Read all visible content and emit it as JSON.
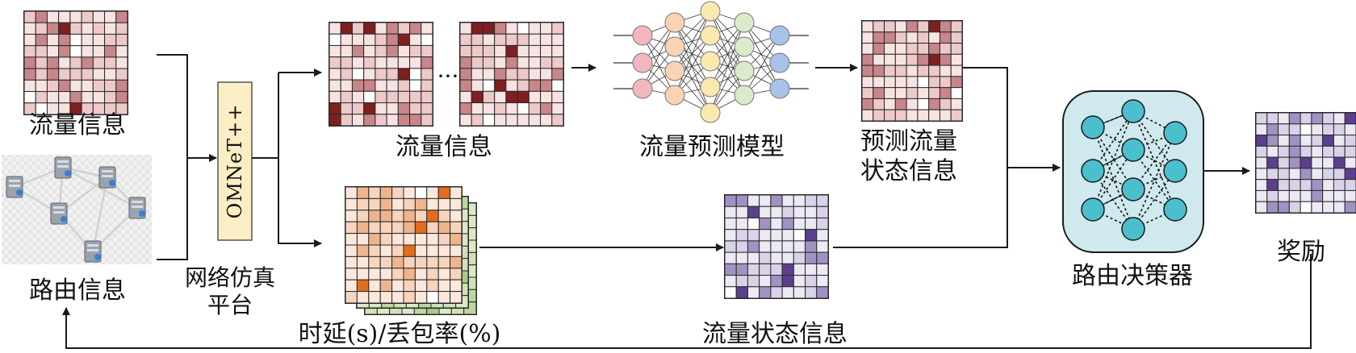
{
  "labels": {
    "traffic_info_left": "流量信息",
    "routing_info": "路由信息",
    "omnet": "OMNeT++",
    "sim_platform_1": "网络仿真",
    "sim_platform_2": "平台",
    "traffic_info_mid": "流量信息",
    "ellipsis": "···",
    "prediction_model": "流量预测模型",
    "predicted_state_1": "预测流量",
    "predicted_state_2": "状态信息",
    "delay_loss": "时延(s)/丢包率(%)",
    "traffic_state_info": "流量状态信息",
    "route_decider": "路由决策器",
    "reward": "奖励"
  },
  "colors": {
    "traffic_grid_dark": "#7f1f1f",
    "traffic_grid_mid": "#c9868a",
    "traffic_grid_light": "#eec9c9",
    "traffic_grid_pale": "#f7e4e2",
    "delay_grid_dark": "#e46c1c",
    "delay_grid_light": "#f6d4bd",
    "delay_grid_pale": "#fbe8da",
    "loss_grid": "#d9e8c6",
    "state_grid_dark": "#5b3f8e",
    "state_grid_mid": "#a192c4",
    "state_grid_light": "#d9d2e8",
    "state_grid_pale": "#ece8f4",
    "omnet_box": "#fbeec5",
    "decider_box": "#cfe9ee",
    "decider_node": "#4cbfce",
    "nn_input": "#f2b7bf",
    "nn_hidden1": "#f9d3b5",
    "nn_hidden2": "#fbe8b0",
    "nn_hidden3": "#d9ebc8",
    "nn_output": "#a9c2ea"
  },
  "icons": [
    "traffic-matrix-icon",
    "network-topology-icon",
    "server-icon",
    "neural-network-icon",
    "arrow-icon"
  ]
}
